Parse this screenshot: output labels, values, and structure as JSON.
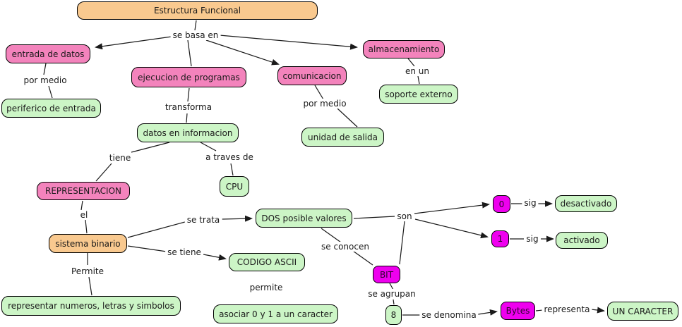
{
  "title": "Estructura Funcional",
  "colors": {
    "concept_orange": "#f9c98f",
    "concept_pink": "#f383bc",
    "concept_green": "#ccf5c6",
    "concept_magenta": "#ee00ee",
    "line": "#1a1a1a",
    "background": "#ffffff"
  },
  "nodes": {
    "estructura_funcional": "Estructura Funcional",
    "entrada_de_datos": "entrada de datos",
    "periferico_de_entrada": "periferico de entrada",
    "ejecucion_de_programas": "ejecucion de programas",
    "datos_en_informacion": "datos en informacion",
    "comunicacion": "comunicacion",
    "unidad_de_salida": "unidad de salida",
    "almacenamiento": "almacenamiento",
    "soporte_externo": "soporte externo",
    "cpu": "CPU",
    "representacion": "REPRESENTACION",
    "sistema_binario": "sistema binario",
    "dos_posible_valores": "DOS posible valores",
    "cero": "0",
    "desactivado": "desactivado",
    "uno": "1",
    "activado": "activado",
    "codigo_ascii": "CODIGO ASCII",
    "asociar_caracter": "asociar 0 y 1 a un caracter",
    "representar_simbolos": "representar numeros, letras y simbolos",
    "bit": "BIT",
    "ocho": "8",
    "bytes": "Bytes",
    "un_caracter": "UN CARACTER"
  },
  "link_phrases": {
    "se_basa_en": "se basa en",
    "por_medio_entrada": "por medio",
    "transforma": "transforma",
    "por_medio_salida": "por medio",
    "en_un": "en un",
    "tiene": "tiene",
    "a_traves_de": "a traves de",
    "el": "el",
    "se_trata": "se trata",
    "se_tiene": "se tiene",
    "permite_mayus": "Permite",
    "permite": "permite",
    "son": "son",
    "se_conocen": "se conocen",
    "sig_cero": "sig",
    "sig_uno": "sig",
    "se_agrupan": "se agrupan",
    "se_denomina": "se denomina",
    "representa": "representa"
  }
}
